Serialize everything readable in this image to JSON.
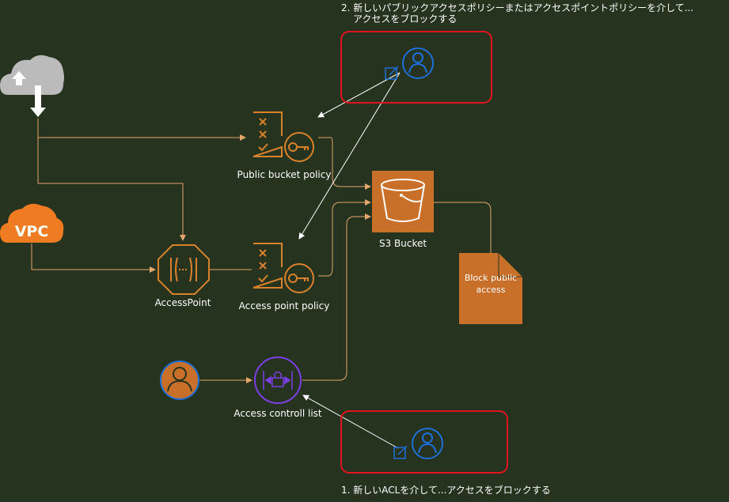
{
  "labels": {
    "public_bucket_policy": "Public bucket policy",
    "s3_bucket": "S3 Bucket",
    "access_point": "AccessPoint",
    "access_point_policy": "Access point policy",
    "access_control_list": "Access controll list",
    "block_public_access": "Block public access",
    "vpc": "VPC"
  },
  "notes": {
    "top_line1": "2. 新しいパブリックアクセスポリシーまたはアクセスポイントポリシーを介して...",
    "top_line2": "アクセスをブロックする",
    "bottom": "1. 新しいACLを介して...アクセスをブロックする"
  },
  "colors": {
    "background": "#26331f",
    "aws_orange": "#d9822b",
    "s3_fill": "#c8702a",
    "connector": "#e2a66a",
    "highlight_box": "#e0141e",
    "user_blue": "#1e6fd9",
    "acl_purple": "#7b3fe4",
    "cloud_gray": "#bbbbbb"
  },
  "icons": {
    "internet": "cloud-upload-icon",
    "vpc": "vpc-cloud-icon",
    "policy": "policy-checklist-key-icon",
    "bucket": "s3-bucket-icon",
    "access_point": "access-point-icon",
    "acl": "access-control-list-icon",
    "user": "user-icon",
    "edit": "edit-icon",
    "document": "document-icon"
  }
}
